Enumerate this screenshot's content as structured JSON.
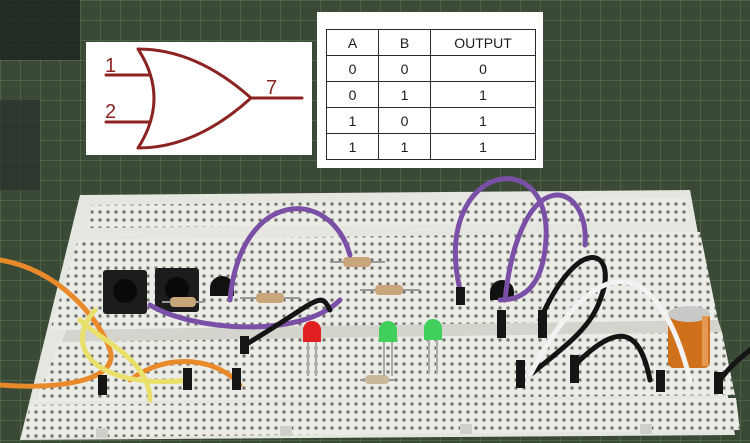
{
  "gate": {
    "symbol_icon": "or-gate-symbol-icon",
    "input_pin_1": "1",
    "input_pin_2": "2",
    "output_pin": "7",
    "stroke_color": "#8b2323"
  },
  "truth_table": {
    "headers": [
      "A",
      "B",
      "OUTPUT"
    ],
    "rows": [
      [
        "0",
        "0",
        "0"
      ],
      [
        "0",
        "1",
        "1"
      ],
      [
        "1",
        "0",
        "1"
      ],
      [
        "1",
        "1",
        "1"
      ]
    ]
  },
  "photo": {
    "subject_icon": "breadboard-circuit-photo-icon",
    "led_colors": [
      "#e02020",
      "#3fcf5a",
      "#3fcf5a"
    ],
    "wire_colors": [
      "#7a4fa6",
      "#e98a2a",
      "#e8e06a",
      "#141414",
      "#f2f2f2"
    ]
  }
}
